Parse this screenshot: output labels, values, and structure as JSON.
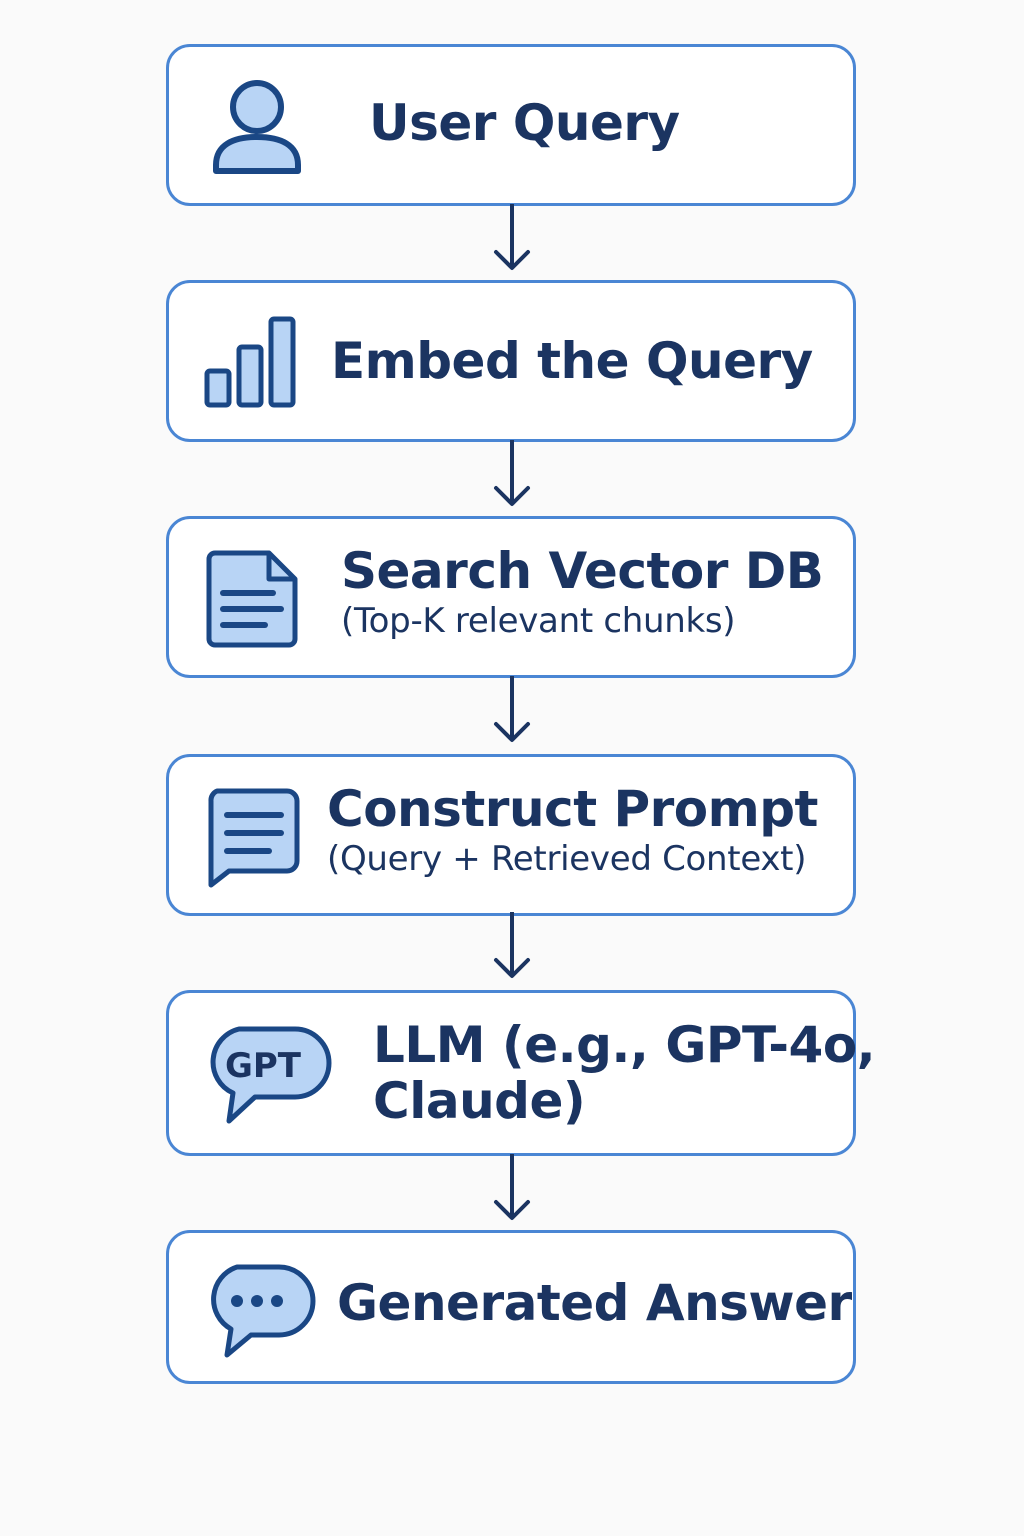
{
  "colors": {
    "background": "#fafafa",
    "box_border": "#4a86d4",
    "box_fill": "#ffffff",
    "text": "#1b3461",
    "icon_stroke": "#1a4785",
    "icon_fill": "#b8d4f5",
    "arrow": "#1b3461"
  },
  "steps": [
    {
      "icon": "user-icon",
      "title": "User Query"
    },
    {
      "icon": "bar-chart-icon",
      "title": "Embed the Query"
    },
    {
      "icon": "document-icon",
      "title": "Search Vector DB",
      "subtitle": "(Top-K relevant chunks)"
    },
    {
      "icon": "message-lines-icon",
      "title": "Construct Prompt",
      "subtitle": "(Query + Retrieved Context)"
    },
    {
      "icon": "gpt-bubble-icon",
      "icon_text": "GPT",
      "title_line1": "LLM (e.g., GPT-4o,",
      "title_line2": "Claude)"
    },
    {
      "icon": "chat-dots-icon",
      "title": "Generated Answer"
    }
  ]
}
